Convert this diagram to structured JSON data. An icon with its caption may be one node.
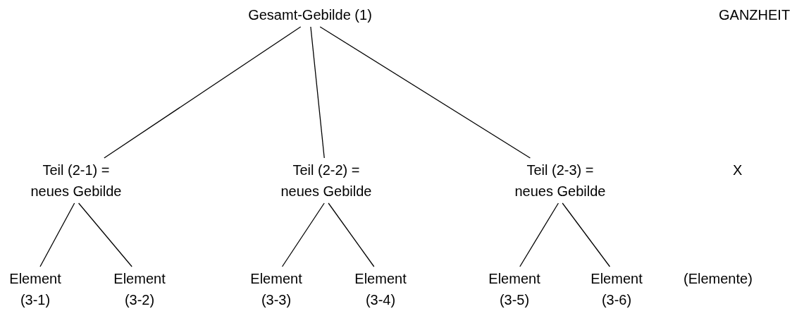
{
  "diagram": {
    "nodes": [
      {
        "text": [
          "Gesamt-Gebilde (1)"
        ]
      },
      {
        "text": [
          "Teil (2-1) = neues Gebilde"
        ]
      },
      {
        "text": [
          "Teil (2-2) = neues Gebilde"
        ]
      },
      {
        "text": [
          "Teil (2-3) = neues Gebilde"
        ]
      },
      {
        "text": [
          "Element (3-1)"
        ]
      },
      {
        "text": [
          "Element (3-2)"
        ]
      },
      {
        "text": [
          "Element (3-3)"
        ]
      },
      {
        "text": [
          "Element (3-4)"
        ]
      },
      {
        "text": [
          "Element (3-5)"
        ]
      },
      {
        "text": [
          "Element (3-6)"
        ]
      }
    ],
    "edges": [
      {
        "from": 0,
        "to": 1,
        "arrow": "none"
      },
      {
        "from": 0,
        "to": 2,
        "arrow": "none"
      },
      {
        "from": 0,
        "to": 3,
        "arrow": "none"
      },
      {
        "from": 1,
        "to": 4,
        "arrow": "none"
      },
      {
        "from": 1,
        "to": 5,
        "arrow": "none"
      },
      {
        "from": 2,
        "to": 6,
        "arrow": "none"
      },
      {
        "from": 2,
        "to": 7,
        "arrow": "none"
      },
      {
        "from": 3,
        "to": 8,
        "arrow": "none"
      },
      {
        "from": 3,
        "to": 9,
        "arrow": "none"
      }
    ],
    "labels": [
      "GANZHEIT",
      "X",
      "(Elemente)"
    ]
  }
}
